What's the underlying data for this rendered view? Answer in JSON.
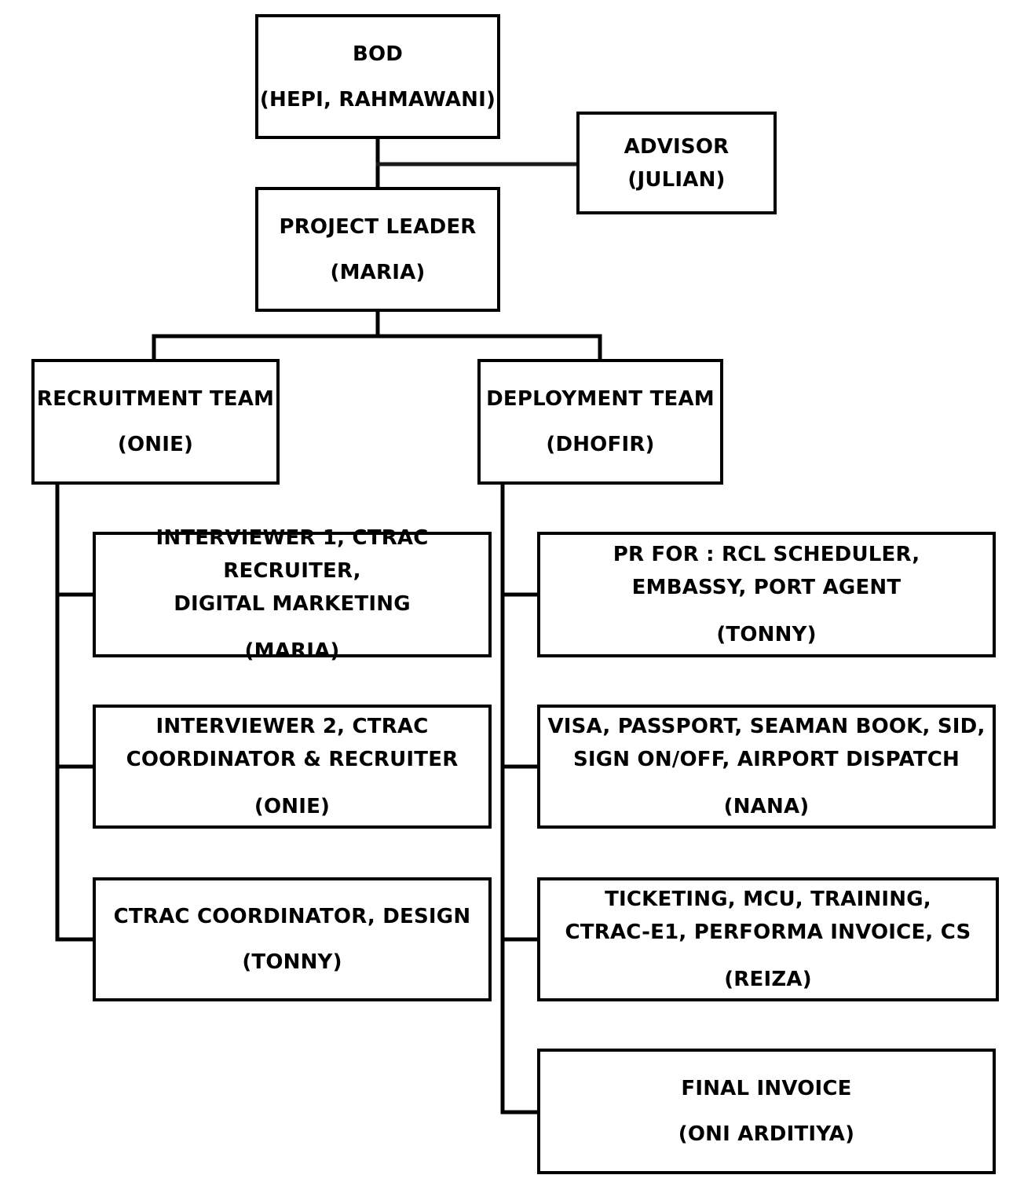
{
  "org_chart": {
    "bod": {
      "role": "BOD",
      "person": "(HEPI, RAHMAWANI)"
    },
    "advisor": {
      "role_lines": [
        "ADVISOR"
      ],
      "person": "(JULIAN)"
    },
    "project_leader": {
      "role": "PROJECT LEADER",
      "person": "(MARIA)"
    },
    "recruitment_team": {
      "role": "RECRUITMENT TEAM",
      "person": "(ONIE)",
      "members": [
        {
          "role_lines": [
            "INTERVIEWER 1, CTRAC RECRUITER,",
            "DIGITAL MARKETING"
          ],
          "person": "(MARIA)"
        },
        {
          "role_lines": [
            "INTERVIEWER 2, CTRAC",
            "COORDINATOR & RECRUITER"
          ],
          "person": "(ONIE)"
        },
        {
          "role_lines": [
            "CTRAC COORDINATOR, DESIGN"
          ],
          "person": "(TONNY)"
        }
      ]
    },
    "deployment_team": {
      "role": "DEPLOYMENT TEAM",
      "person": "(DHOFIR)",
      "members": [
        {
          "role_lines": [
            "PR FOR : RCL SCHEDULER,",
            "EMBASSY, PORT AGENT"
          ],
          "person": "(TONNY)"
        },
        {
          "role_lines": [
            "VISA, PASSPORT, SEAMAN BOOK, SID,",
            "SIGN ON/OFF, AIRPORT DISPATCH"
          ],
          "person": "(NANA)"
        },
        {
          "role_lines": [
            "TICKETING, MCU, TRAINING,",
            "CTRAC-E1, PERFORMA INVOICE, CS"
          ],
          "person": "(REIZA)"
        },
        {
          "role_lines": [
            "FINAL INVOICE"
          ],
          "person": "(ONI ARDITIYA)"
        }
      ]
    }
  },
  "colors": {
    "line": "#000000",
    "advisor_connector": "#1a1a1a",
    "background": "#ffffff"
  }
}
